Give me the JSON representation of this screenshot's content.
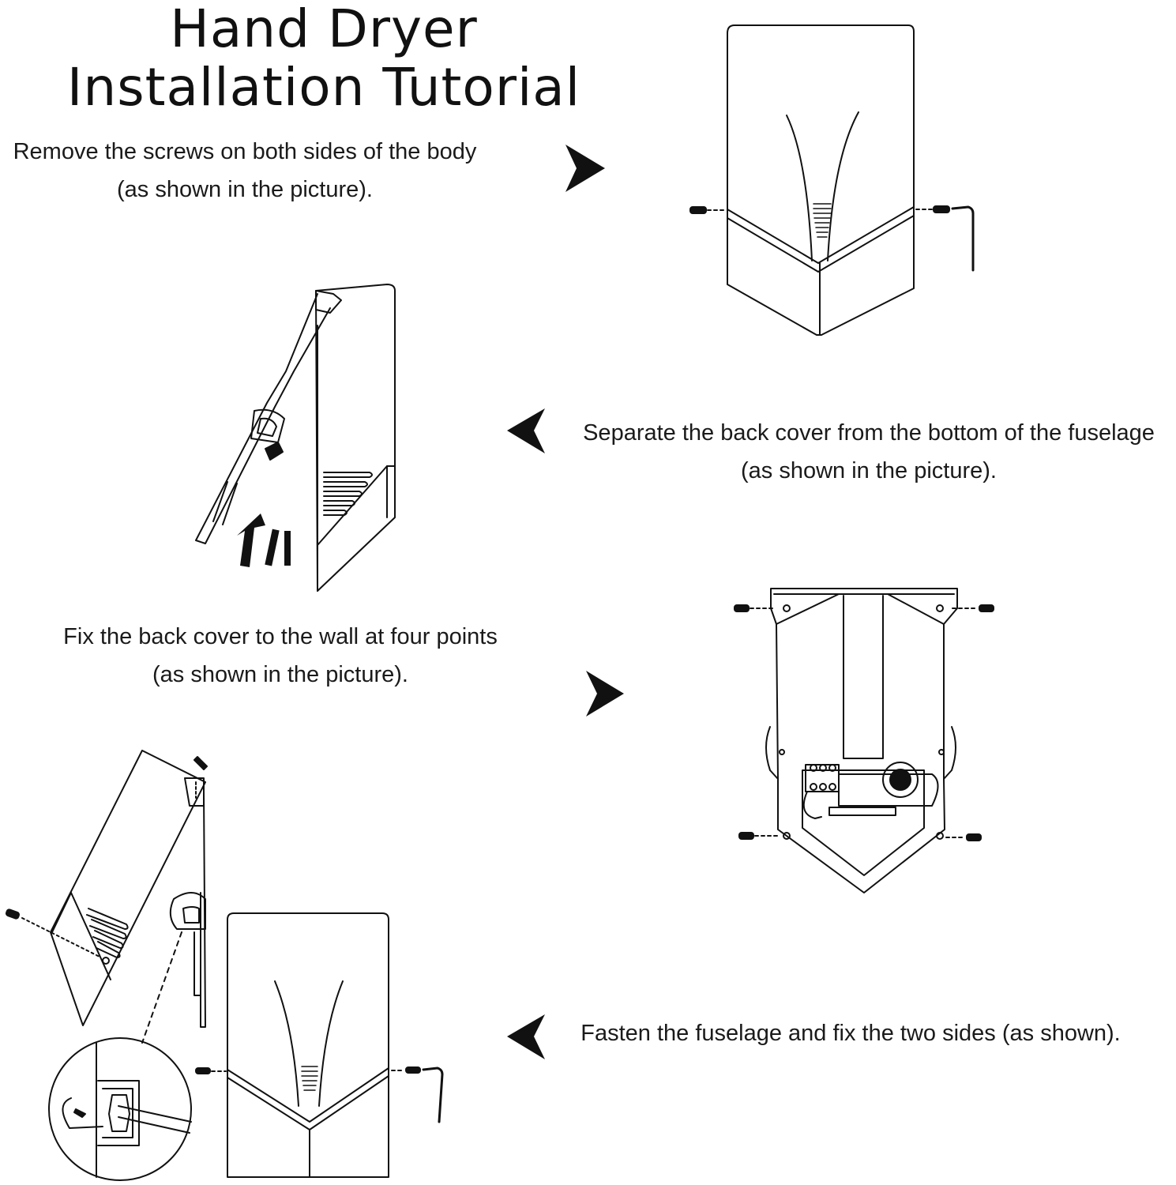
{
  "title": {
    "line1": "Hand Dryer",
    "line2": "Installation Tutorial"
  },
  "steps": [
    {
      "line1": "Remove the screws on both sides of the body",
      "line2": "(as shown in the picture).",
      "arrow": "right"
    },
    {
      "line1": "Separate the back cover from the bottom of the fuselage",
      "line2": "(as shown in the picture).",
      "arrow": "left"
    },
    {
      "line1": "Fix the back cover to the wall at four points",
      "line2": "(as shown in the picture).",
      "arrow": "right"
    },
    {
      "line1": "Fasten the fuselage and fix the two sides (as shown).",
      "arrow": "left"
    }
  ],
  "colors": {
    "ink": "#111111",
    "background": "#ffffff"
  }
}
